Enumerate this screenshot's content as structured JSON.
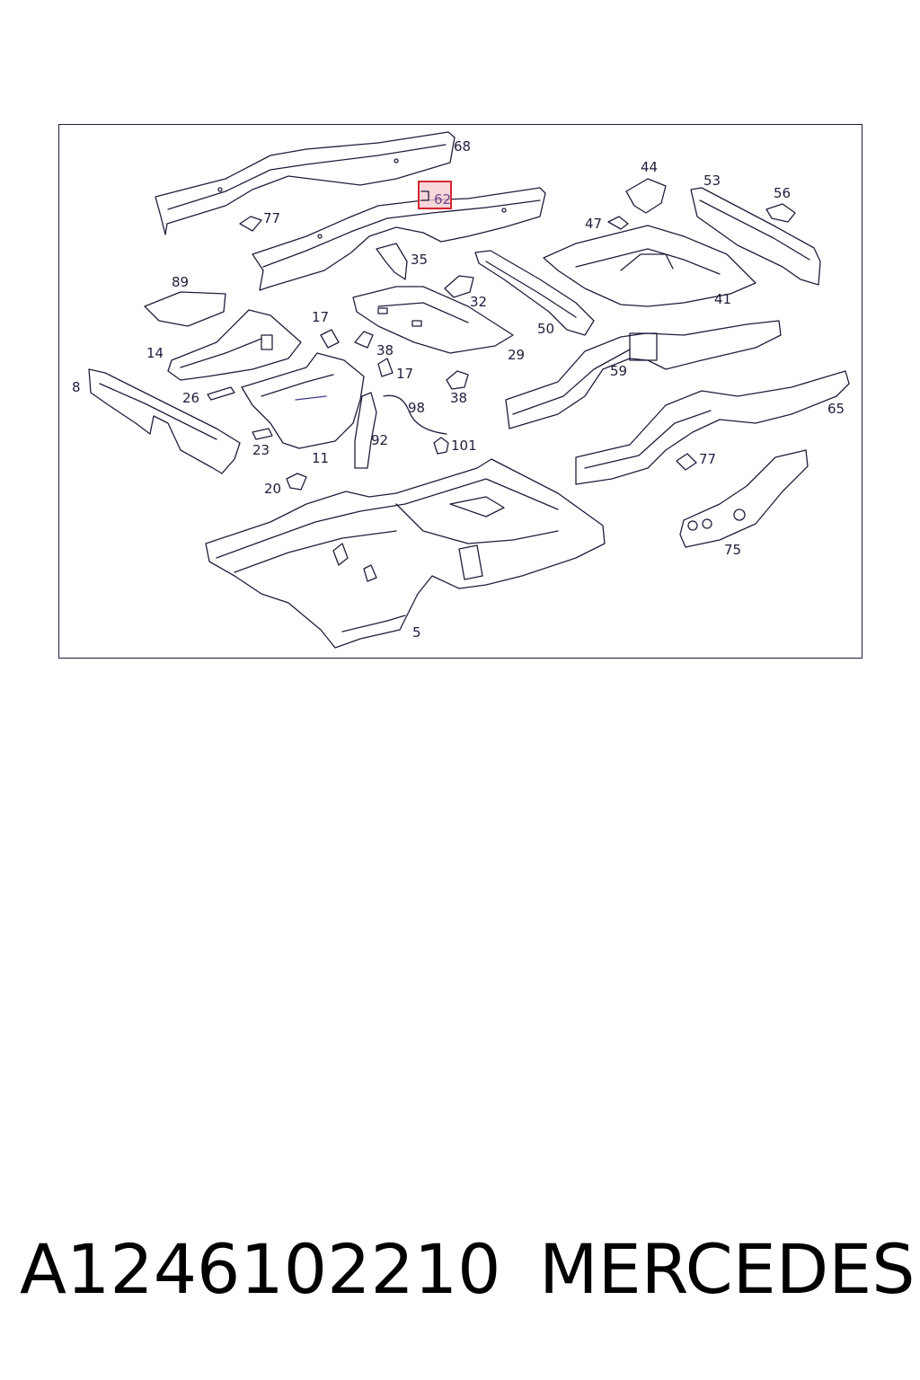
{
  "highlighted_part": "62",
  "caption": {
    "part_number": "A1246102210",
    "brand": "MERCEDES"
  },
  "callouts": [
    "68",
    "62",
    "77",
    "44",
    "53",
    "56",
    "47",
    "35",
    "89",
    "32",
    "41",
    "17",
    "50",
    "14",
    "38",
    "29",
    "8",
    "26",
    "17",
    "59",
    "98",
    "38",
    "65",
    "92",
    "101",
    "23",
    "11",
    "77",
    "20",
    "75",
    "5"
  ]
}
